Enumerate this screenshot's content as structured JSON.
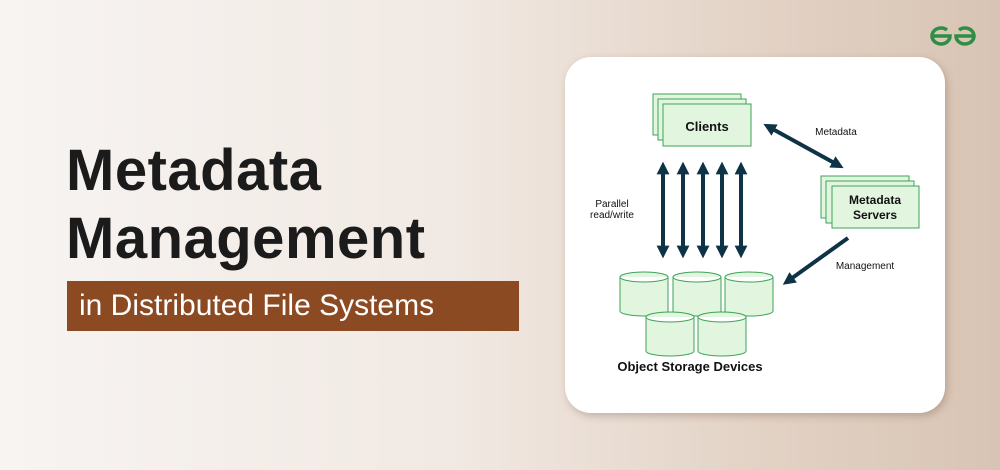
{
  "title": {
    "line1": "Metadata",
    "line2": "Management",
    "subtitle": "in Distributed File Systems"
  },
  "logo": {
    "text": "GfG",
    "color": "#2f8d46"
  },
  "diagram": {
    "clients": "Clients",
    "metadata_servers_line1": "Metadata",
    "metadata_servers_line2": "Servers",
    "edge_metadata": "Metadata",
    "edge_parallel_line1": "Parallel",
    "edge_parallel_line2": "read/write",
    "edge_management": "Management",
    "storage": "Object Storage Devices"
  },
  "colors": {
    "banner": "#8b4a22",
    "box_fill": "#e2f5df",
    "box_stroke": "#3fa25a",
    "arrow": "#0e3347"
  }
}
